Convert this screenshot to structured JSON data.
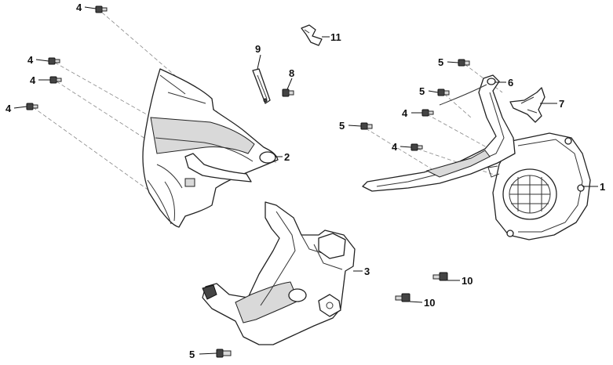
{
  "callouts": [
    {
      "id": "c4a",
      "label": "4"
    },
    {
      "id": "c11",
      "label": "11"
    },
    {
      "id": "c4b",
      "label": "4"
    },
    {
      "id": "c9",
      "label": "9"
    },
    {
      "id": "c4c",
      "label": "4"
    },
    {
      "id": "c8",
      "label": "8"
    },
    {
      "id": "c5a",
      "label": "5"
    },
    {
      "id": "c6",
      "label": "6"
    },
    {
      "id": "c4d",
      "label": "4"
    },
    {
      "id": "c5b",
      "label": "5"
    },
    {
      "id": "c7",
      "label": "7"
    },
    {
      "id": "c4e",
      "label": "4"
    },
    {
      "id": "c5c",
      "label": "5"
    },
    {
      "id": "c2",
      "label": "2"
    },
    {
      "id": "c4f",
      "label": "4"
    },
    {
      "id": "c1",
      "label": "1"
    },
    {
      "id": "c3",
      "label": "3"
    },
    {
      "id": "c10a",
      "label": "10"
    },
    {
      "id": "c10b",
      "label": "10"
    },
    {
      "id": "c5d",
      "label": "5"
    }
  ]
}
